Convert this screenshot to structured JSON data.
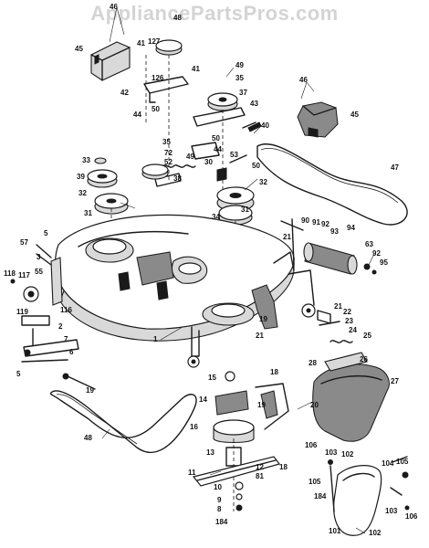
{
  "watermark": "AppliancePartsPros.com",
  "callouts": [
    {
      "id": "c46a",
      "text": "46"
    },
    {
      "id": "c45a",
      "text": "45"
    },
    {
      "id": "c41a",
      "text": "41"
    },
    {
      "id": "c48",
      "text": "48"
    },
    {
      "id": "c127",
      "text": "127"
    },
    {
      "id": "c126",
      "text": "126"
    },
    {
      "id": "c42",
      "text": "42"
    },
    {
      "id": "c44a",
      "text": "44"
    },
    {
      "id": "c50a",
      "text": "50"
    },
    {
      "id": "c41b",
      "text": "41"
    },
    {
      "id": "c49",
      "text": "49"
    },
    {
      "id": "c35a",
      "text": "35"
    },
    {
      "id": "c37",
      "text": "37"
    },
    {
      "id": "c43",
      "text": "43"
    },
    {
      "id": "c40",
      "text": "40"
    },
    {
      "id": "c46b",
      "text": "46"
    },
    {
      "id": "c45b",
      "text": "45"
    },
    {
      "id": "c47",
      "text": "47"
    },
    {
      "id": "c33",
      "text": "33"
    },
    {
      "id": "c35b",
      "text": "35"
    },
    {
      "id": "c72",
      "text": "72"
    },
    {
      "id": "c52",
      "text": "52"
    },
    {
      "id": "c50b",
      "text": "50"
    },
    {
      "id": "c44b",
      "text": "44"
    },
    {
      "id": "c30",
      "text": "30"
    },
    {
      "id": "c53",
      "text": "53"
    },
    {
      "id": "c50c",
      "text": "50"
    },
    {
      "id": "c38",
      "text": "38"
    },
    {
      "id": "c49b",
      "text": "49"
    },
    {
      "id": "c39",
      "text": "39"
    },
    {
      "id": "c32a",
      "text": "32"
    },
    {
      "id": "c32b",
      "text": "32"
    },
    {
      "id": "c31a",
      "text": "31"
    },
    {
      "id": "c31b",
      "text": "31"
    },
    {
      "id": "c34",
      "text": "34"
    },
    {
      "id": "c90",
      "text": "90"
    },
    {
      "id": "c91",
      "text": "91"
    },
    {
      "id": "c92",
      "text": "92"
    },
    {
      "id": "c93",
      "text": "93"
    },
    {
      "id": "c94",
      "text": "94"
    },
    {
      "id": "c63",
      "text": "63"
    },
    {
      "id": "c92b",
      "text": "92"
    },
    {
      "id": "c95",
      "text": "95"
    },
    {
      "id": "c21a",
      "text": "21"
    },
    {
      "id": "c57",
      "text": "57"
    },
    {
      "id": "c3",
      "text": "3"
    },
    {
      "id": "c55",
      "text": "55"
    },
    {
      "id": "c5a",
      "text": "5"
    },
    {
      "id": "c118",
      "text": "118"
    },
    {
      "id": "c117",
      "text": "117"
    },
    {
      "id": "c119",
      "text": "119"
    },
    {
      "id": "c116",
      "text": "116"
    },
    {
      "id": "c2",
      "text": "2"
    },
    {
      "id": "c7",
      "text": "7"
    },
    {
      "id": "c6",
      "text": "6"
    },
    {
      "id": "c5b",
      "text": "5"
    },
    {
      "id": "c19a",
      "text": "19"
    },
    {
      "id": "c1",
      "text": "1"
    },
    {
      "id": "c19b",
      "text": "19"
    },
    {
      "id": "c21b",
      "text": "21"
    },
    {
      "id": "c21c",
      "text": "21"
    },
    {
      "id": "c22",
      "text": "22"
    },
    {
      "id": "c23",
      "text": "23"
    },
    {
      "id": "c24",
      "text": "24"
    },
    {
      "id": "c25",
      "text": "25"
    },
    {
      "id": "c26",
      "text": "26"
    },
    {
      "id": "c28",
      "text": "28"
    },
    {
      "id": "c27",
      "text": "27"
    },
    {
      "id": "c15",
      "text": "15"
    },
    {
      "id": "c14",
      "text": "14"
    },
    {
      "id": "c18a",
      "text": "18"
    },
    {
      "id": "c19c",
      "text": "19"
    },
    {
      "id": "c20",
      "text": "20"
    },
    {
      "id": "c16",
      "text": "16"
    },
    {
      "id": "c48b",
      "text": "48"
    },
    {
      "id": "c13",
      "text": "13"
    },
    {
      "id": "c12",
      "text": "12"
    },
    {
      "id": "c81",
      "text": "81"
    },
    {
      "id": "c11",
      "text": "11"
    },
    {
      "id": "c10",
      "text": "10"
    },
    {
      "id": "c9",
      "text": "9"
    },
    {
      "id": "c8",
      "text": "8"
    },
    {
      "id": "c184",
      "text": "184"
    },
    {
      "id": "c18b",
      "text": "18"
    },
    {
      "id": "c106a",
      "text": "106"
    },
    {
      "id": "c103a",
      "text": "103"
    },
    {
      "id": "c102a",
      "text": "102"
    },
    {
      "id": "c105a",
      "text": "105"
    },
    {
      "id": "c104",
      "text": "104"
    },
    {
      "id": "c105b",
      "text": "105"
    },
    {
      "id": "c184b",
      "text": "184"
    },
    {
      "id": "c103b",
      "text": "103"
    },
    {
      "id": "c106b",
      "text": "106"
    },
    {
      "id": "c101",
      "text": "101"
    },
    {
      "id": "c102b",
      "text": "102"
    }
  ]
}
